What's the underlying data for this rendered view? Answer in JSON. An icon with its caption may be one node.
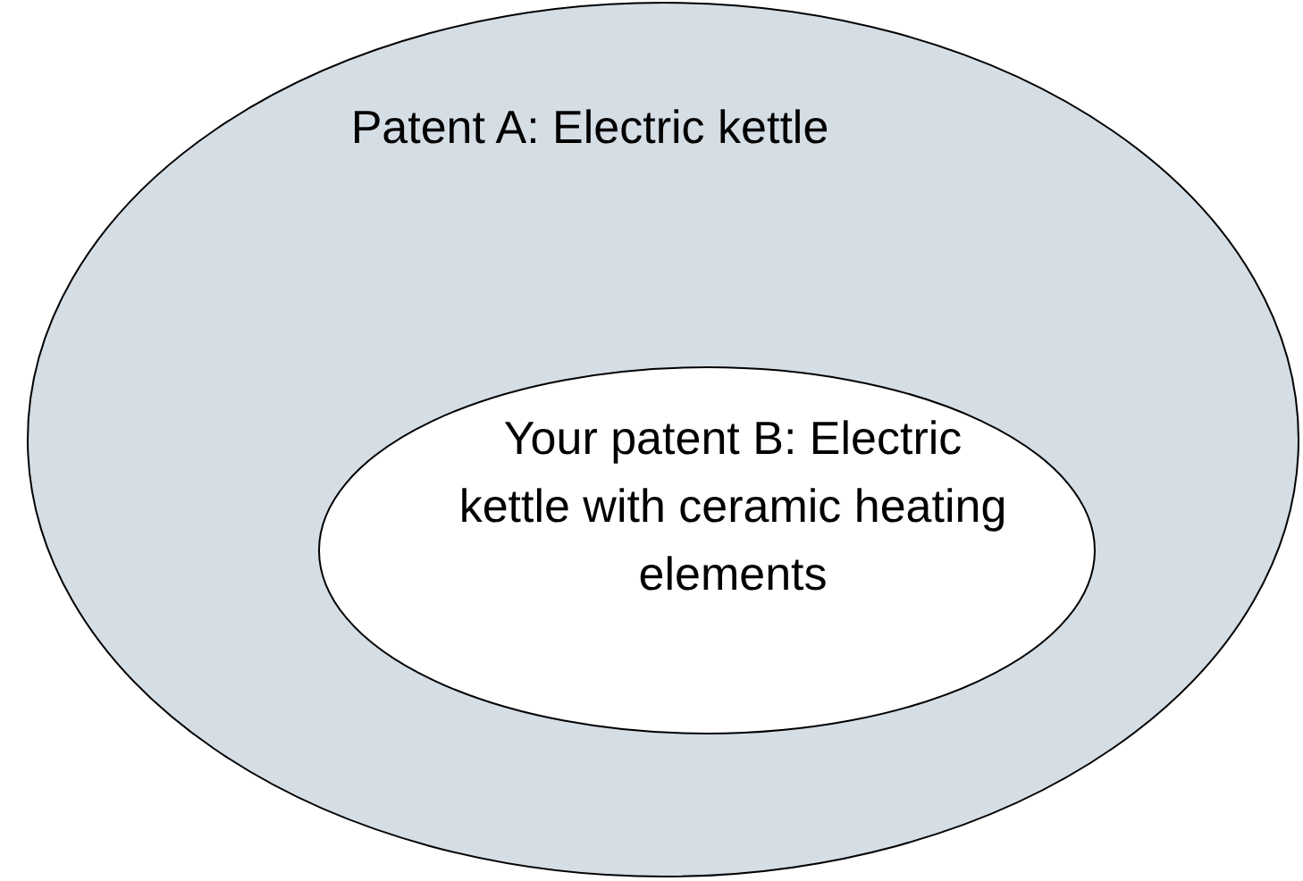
{
  "diagram": {
    "nodes": [
      {
        "text": [
          "Patent A: Electric kettle"
        ]
      },
      {
        "text": [
          "Your patent B: Electric kettle with ceramic heating elements"
        ],
        "in": 0
      }
    ]
  }
}
